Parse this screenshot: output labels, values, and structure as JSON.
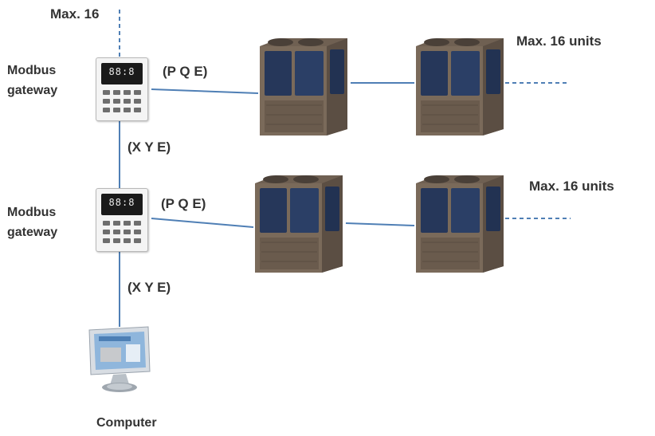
{
  "labels": {
    "max_top": "Max. 16",
    "gateway_1": [
      "Modbus",
      "gateway"
    ],
    "gateway_2": [
      "Modbus",
      "gateway"
    ],
    "pqe_1": "(P Q E)",
    "pqe_2": "(P Q E)",
    "xye_1": "(X Y E)",
    "xye_2": "(X Y E)",
    "max_units_1": "Max. 16 units",
    "max_units_2": "Max. 16 units",
    "computer": "Computer"
  },
  "gateway_display": {
    "top": "88:8",
    "bottom": "88:8"
  },
  "colors": {
    "wire": "#4f7fb5",
    "unit_body": "#7a6a5a",
    "unit_panel": "#26375a",
    "text": "#333333"
  }
}
